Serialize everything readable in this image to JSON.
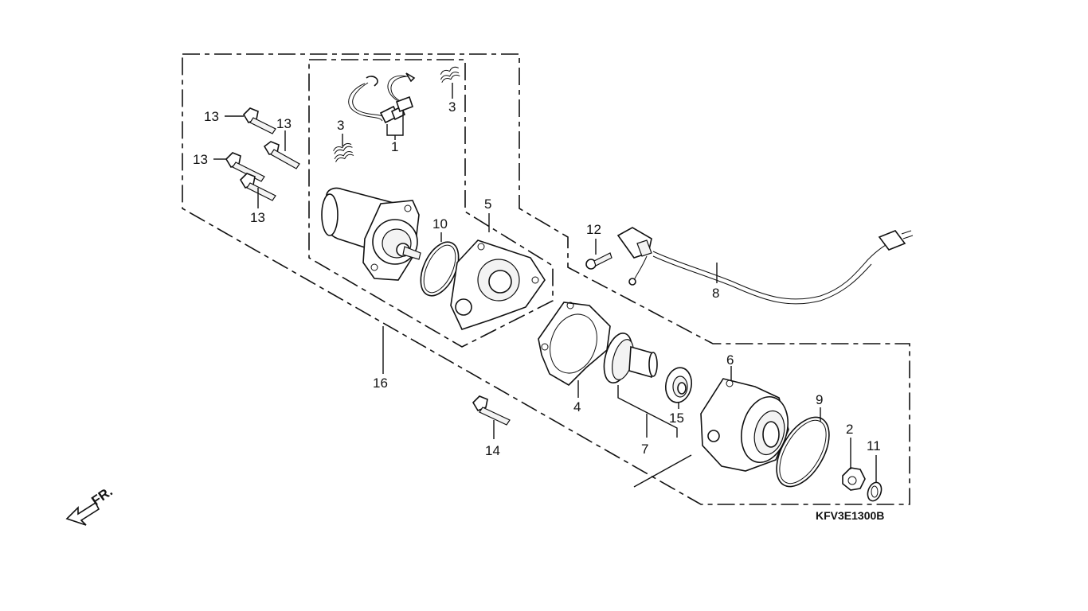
{
  "diagram": {
    "part_code": "KFV3E1300B",
    "direction_label": "FR.",
    "callouts": {
      "c1": "1",
      "c2": "2",
      "c3a": "3",
      "c3b": "3",
      "c4": "4",
      "c5": "5",
      "c6": "6",
      "c7": "7",
      "c8": "8",
      "c9": "9",
      "c10": "10",
      "c11": "11",
      "c12": "12",
      "c13a": "13",
      "c13b": "13",
      "c13c": "13",
      "c13d": "13",
      "c14": "14",
      "c15": "15",
      "c16": "16"
    }
  }
}
